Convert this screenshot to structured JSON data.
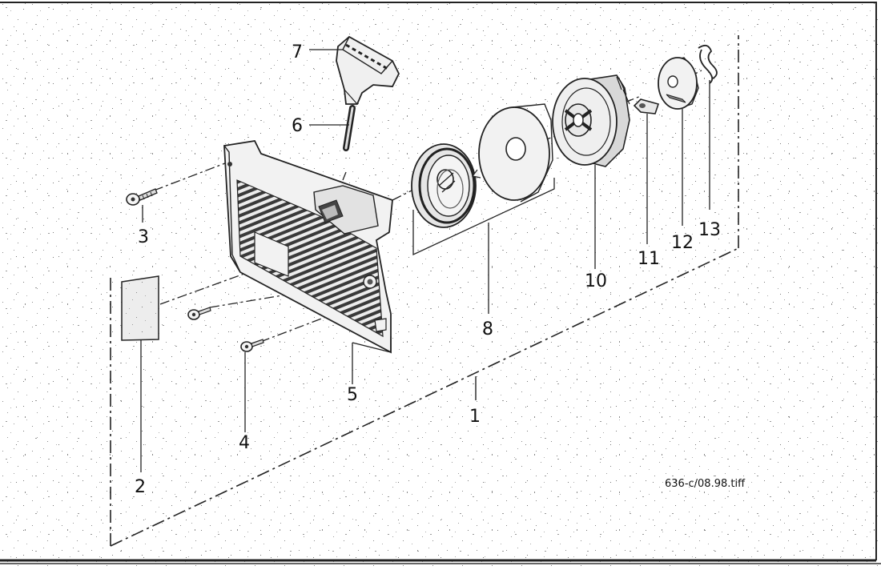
{
  "callouts": {
    "c1": "1",
    "c2": "2",
    "c3": "3",
    "c4": "4",
    "c5": "5",
    "c6": "6",
    "c7": "7",
    "c8": "8",
    "c10": "10",
    "c11": "11",
    "c12": "12",
    "c13": "13"
  },
  "filename": "636-c/08.98.tiff"
}
